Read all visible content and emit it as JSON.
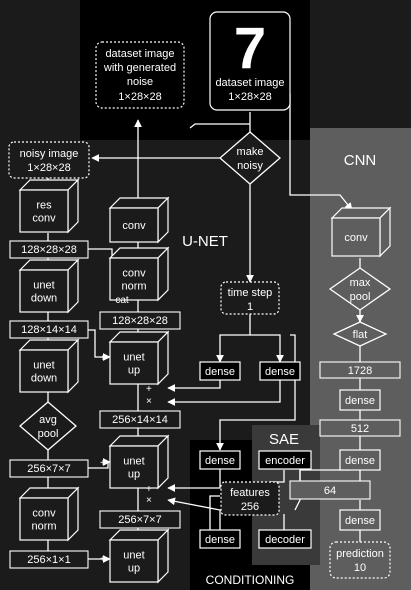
{
  "regions": {
    "cnn": "CNN",
    "unet": "U-NET",
    "sae": "SAE",
    "conditioning": "CONDITIONING"
  },
  "dataset": {
    "noisy_line1": "dataset image",
    "noisy_line2": "with generated",
    "noisy_line3": "noise",
    "noisy_shape": "1×28×28",
    "clean_label": "dataset image",
    "clean_shape": "1×28×28",
    "digit": "7"
  },
  "make_noisy": [
    "make",
    "noisy"
  ],
  "noisy_image": [
    "noisy image",
    "1×28×28"
  ],
  "encoder_path": {
    "res_conv": [
      "res",
      "conv"
    ],
    "shape1": "128×28×28",
    "unet_down1": [
      "unet",
      "down"
    ],
    "shape2": "128×14×14",
    "unet_down2": [
      "unet",
      "down"
    ],
    "avg_pool": [
      "avg",
      "pool"
    ],
    "shape3": "256×7×7",
    "conv_norm": [
      "conv",
      "norm"
    ],
    "shape4": "256×1×1"
  },
  "decoder_path": {
    "conv": "conv",
    "conv_norm": [
      "conv",
      "norm"
    ],
    "cat": "cat",
    "shape1": "128×28×28",
    "unet_up1": [
      "unet",
      "up"
    ],
    "shape2": "256×14×14",
    "unet_up2": [
      "unet",
      "up"
    ],
    "shape3": "256×7×7",
    "unet_up3": [
      "unet",
      "up"
    ]
  },
  "ops": {
    "plus": "+",
    "times": "×"
  },
  "time_step": [
    "time step",
    "1"
  ],
  "dense": "dense",
  "sae": {
    "encoder": "encoder",
    "decoder": "decoder",
    "features": [
      "features",
      "256"
    ],
    "latent": "64"
  },
  "cnn": {
    "conv": "conv",
    "max_pool": [
      "max",
      "pool"
    ],
    "flat": "flat",
    "d1728": "1728",
    "d512": "512",
    "prediction": [
      "prediction",
      "10"
    ]
  }
}
